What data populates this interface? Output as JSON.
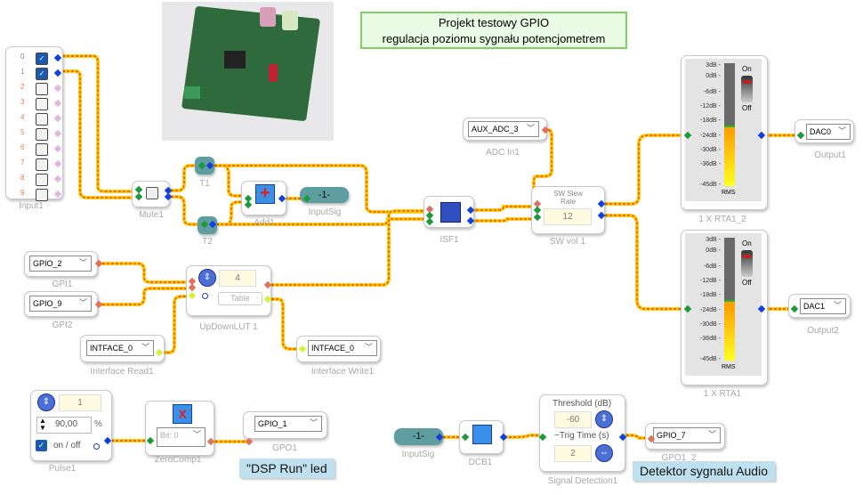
{
  "title_box": {
    "line1": "Projekt testowy GPIO",
    "line2": "regulacja poziomu sygnału potencjometrem"
  },
  "input1": {
    "label": "Input1",
    "channels": [
      {
        "n": "0",
        "checked": true
      },
      {
        "n": "1",
        "checked": true
      },
      {
        "n": "2",
        "checked": false
      },
      {
        "n": "3",
        "checked": false
      },
      {
        "n": "4",
        "checked": false
      },
      {
        "n": "5",
        "checked": false
      },
      {
        "n": "6",
        "checked": false
      },
      {
        "n": "7",
        "checked": false
      },
      {
        "n": "8",
        "checked": false
      },
      {
        "n": "9",
        "checked": false
      }
    ]
  },
  "mute1": {
    "label": "Mute1"
  },
  "t1": {
    "label": "T1"
  },
  "t2": {
    "label": "T2"
  },
  "add1": {
    "label": "Add1"
  },
  "inputsig_top": {
    "value": "-1-",
    "label": "InputSig"
  },
  "isf1": {
    "label": "ISF1"
  },
  "adc_in1": {
    "value": "AUX_ADC_3",
    "label": "ADC In1"
  },
  "sw_vol1": {
    "title1": "SW Slew",
    "title2": "Rate",
    "value": "12",
    "label": "SW vol 1"
  },
  "rta1_2": {
    "label": "1 X RTA1_2",
    "level_db": -22,
    "rms": "RMS",
    "on": "On",
    "off": "Off"
  },
  "rta1": {
    "label": "1 X RTA1",
    "level_db": -22,
    "rms": "RMS",
    "on": "On",
    "off": "Off"
  },
  "meter_scale": [
    "3dB -",
    "0dB -",
    "-6dB -",
    "-12dB -",
    "-18dB -",
    "-24dB -",
    "-30dB -",
    "-36dB -",
    "-45dB -"
  ],
  "output1": {
    "value": "DAC0",
    "label": "Output1"
  },
  "output2": {
    "value": "DAC1",
    "label": "Output2"
  },
  "gpi1": {
    "value": "GPIO_2",
    "label": "GPI1"
  },
  "gpi2": {
    "value": "GPIO_9",
    "label": "GPI2"
  },
  "updownlut": {
    "value": "4",
    "table": "Table",
    "label": "UpDownLUT 1"
  },
  "iface_read": {
    "value": "INTFACE_0",
    "label": "Interface Read1"
  },
  "iface_write": {
    "value": "INTFACE_0",
    "label": "Interface Write1"
  },
  "pulse1": {
    "value": "1",
    "percent": "90,00",
    "unit": "%",
    "toggle": "on / off",
    "checked": true,
    "label": "Pulse1"
  },
  "zerocomp1": {
    "bit": "Bit: 0",
    "label": "ZeroComp1"
  },
  "gpo1": {
    "value": "GPIO_1",
    "label": "GPO1"
  },
  "note_dsp": "\"DSP Run\" led",
  "inputsig_bottom": {
    "value": "-1-",
    "label": "InputSig"
  },
  "dcb1": {
    "label": "DCB1"
  },
  "sigdet": {
    "threshold_label": "Threshold (dB)",
    "threshold": "-60",
    "trig_label": "~Trig Time (s)",
    "trig": "2",
    "label": "Signal Detection1"
  },
  "gpo1_2": {
    "value": "GPIO_7",
    "label": "GPO1_2"
  },
  "note_audio": "Detektor sygnalu Audio"
}
